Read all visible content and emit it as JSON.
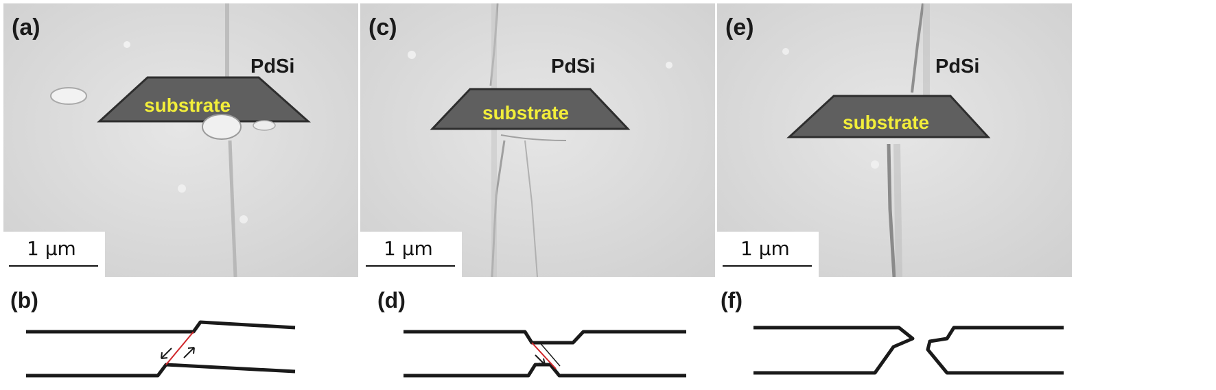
{
  "panels": [
    {
      "label": "(a)",
      "material": "PdSi",
      "region": "substrate",
      "scale": "1 μm"
    },
    {
      "label": "(c)",
      "material": "PdSi",
      "region": "substrate",
      "scale": "1 μm"
    },
    {
      "label": "(e)",
      "material": "PdSi",
      "region": "substrate",
      "scale": "1 μm"
    }
  ],
  "schematics": [
    {
      "label": "(b)"
    },
    {
      "label": "(d)"
    },
    {
      "label": "(f)"
    }
  ],
  "colors": {
    "substrate_text": "#f2ee3a",
    "sem_background": "#dcdcdc",
    "slip_line": "#d0262a"
  }
}
